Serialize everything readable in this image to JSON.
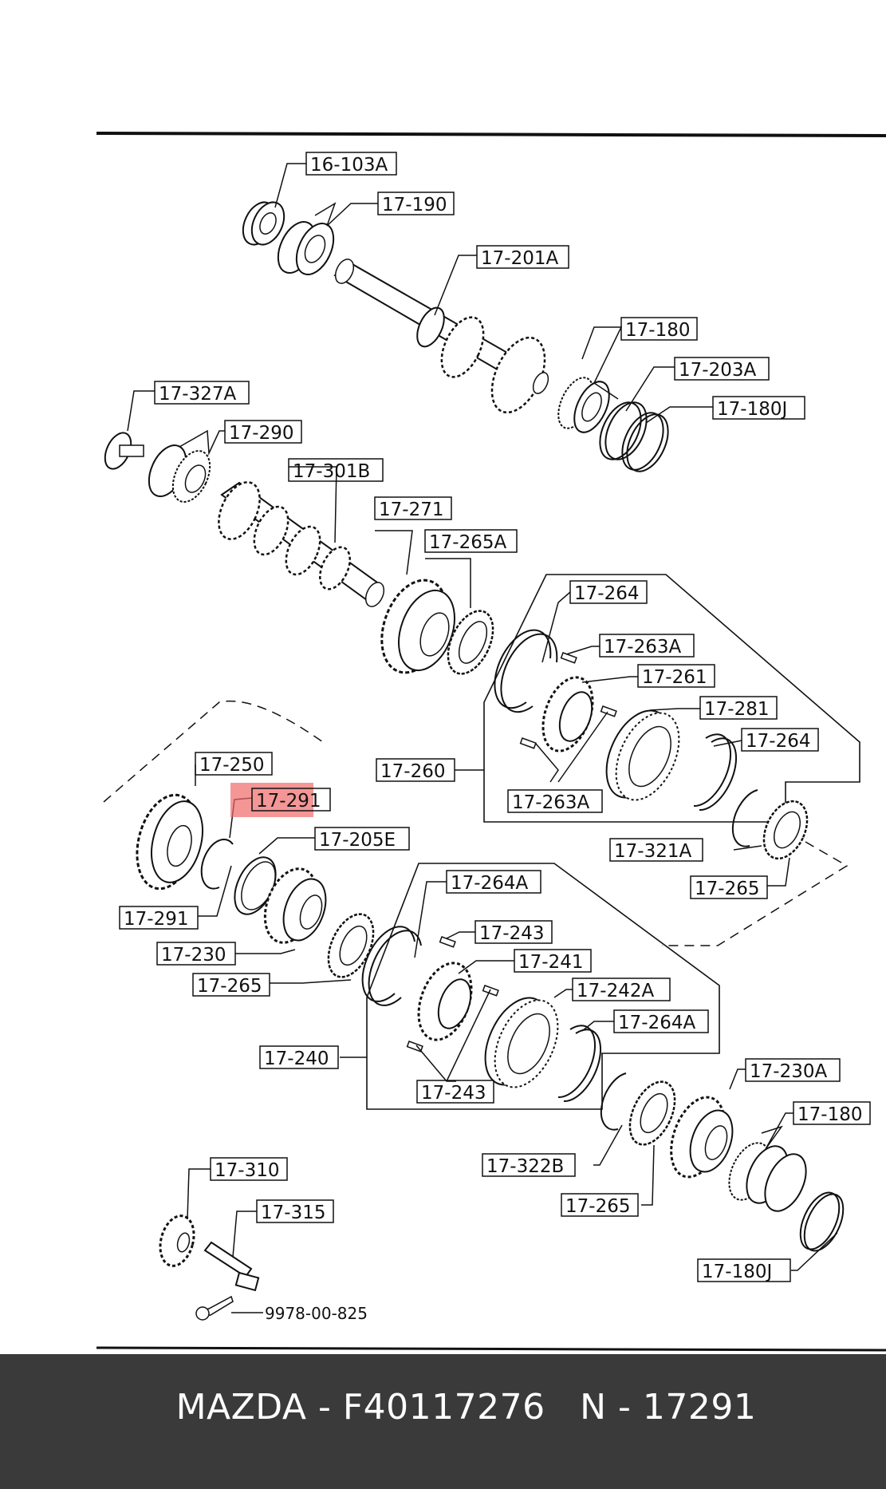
{
  "footer": {
    "brand": "MAZDA",
    "separator": " - ",
    "part_number": "F40117276",
    "gap": "   ",
    "ref_prefix": "N - ",
    "ref_number": "17291"
  },
  "highlight": {
    "label": "17-291",
    "color": "#f06a6a"
  },
  "labels": {
    "l16_103a": "16-103A",
    "l17_190": "17-190",
    "l17_201a": "17-201A",
    "l17_180_top": "17-180",
    "l17_203a": "17-203A",
    "l17_180j_top": "17-180J",
    "l17_327a": "17-327A",
    "l17_290": "17-290",
    "l17_301b": "17-301B",
    "l17_271": "17-271",
    "l17_265a": "17-265A",
    "l17_264_a": "17-264",
    "l17_263a_a": "17-263A",
    "l17_261": "17-261",
    "l17_281": "17-281",
    "l17_264_b": "17-264",
    "l17_260": "17-260",
    "l17_263a_b": "17-263A",
    "l17_250": "17-250",
    "l17_291_hl": "17-291",
    "l17_205e": "17-205E",
    "l17_321a": "17-321A",
    "l17_265_right": "17-265",
    "l17_291": "17-291",
    "l17_230": "17-230",
    "l17_265_left": "17-265",
    "l17_264a_a": "17-264A",
    "l17_243_a": "17-243",
    "l17_241": "17-241",
    "l17_242a": "17-242A",
    "l17_264a_b": "17-264A",
    "l17_240": "17-240",
    "l17_243_b": "17-243",
    "l17_230a": "17-230A",
    "l17_180_bottom": "17-180",
    "l17_322b": "17-322B",
    "l17_265_bottom": "17-265",
    "l17_180j_bottom": "17-180J",
    "l17_310": "17-310",
    "l17_315": "17-315",
    "l9978": "9978-00-825"
  }
}
